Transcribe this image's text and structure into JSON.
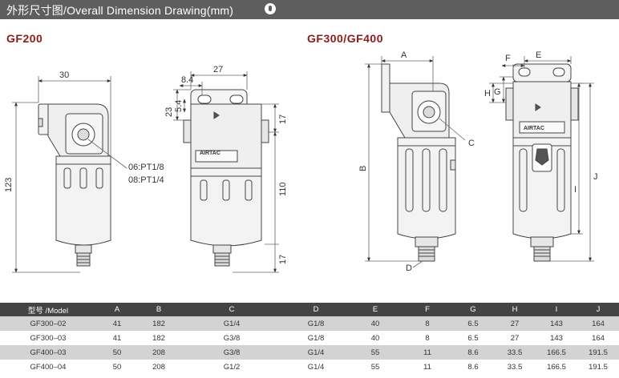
{
  "header": {
    "title": "外形尺寸图/Overall Dimension Drawing(mm)",
    "info_icon": "info-icon"
  },
  "sections": {
    "gf200": "GF200",
    "gf300": "GF300/GF400"
  },
  "gf200_labels": {
    "width_30": "30",
    "dim_8_4": "8.4",
    "dim_27": "27",
    "dim_23": "23",
    "dim_5_4": "5.4",
    "dim_17_top": "17",
    "dim_123": "123",
    "dim_110": "110",
    "dim_17_bottom": "17",
    "port_06": "06:PT1/8",
    "port_08": "08:PT1/4",
    "brand": "AIRTAC"
  },
  "gf300_labels": {
    "a": "A",
    "b": "B",
    "c": "C",
    "d": "D",
    "e": "E",
    "f": "F",
    "g": "G",
    "h": "H",
    "i": "I",
    "j": "J",
    "brand": "AIRTAC"
  },
  "table": {
    "headers": [
      "型号 /Model",
      "A",
      "B",
      "C",
      "D",
      "E",
      "F",
      "G",
      "H",
      "I",
      "J"
    ],
    "rows": [
      [
        "GF300–02",
        "41",
        "182",
        "G1/4",
        "G1/8",
        "40",
        "8",
        "6.5",
        "27",
        "143",
        "164"
      ],
      [
        "GF300–03",
        "41",
        "182",
        "G3/8",
        "G1/8",
        "40",
        "8",
        "6.5",
        "27",
        "143",
        "164"
      ],
      [
        "GF400–03",
        "50",
        "208",
        "G3/8",
        "G1/4",
        "55",
        "11",
        "8.6",
        "33.5",
        "166.5",
        "191.5"
      ],
      [
        "GF400–04",
        "50",
        "208",
        "G1/2",
        "G1/4",
        "55",
        "11",
        "8.6",
        "33.5",
        "166.5",
        "191.5"
      ]
    ]
  },
  "colors": {
    "header_bg": "#5e5e5e",
    "title_red": "#8e1b1b",
    "table_header": "#444444",
    "row_alt": "#d3d3d3"
  }
}
